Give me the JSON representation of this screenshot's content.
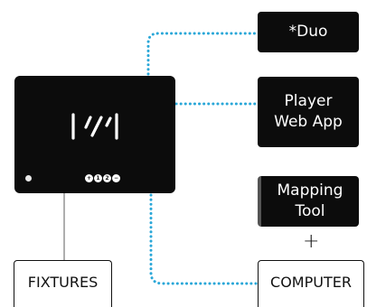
{
  "device": {
    "led_color": "#e8e8e8",
    "button_glyphs": [
      "+",
      "1",
      "2",
      "−"
    ]
  },
  "nodes": {
    "duo": "*Duo",
    "player": "Player\nWeb App",
    "mapping": "Mapping\nTool",
    "plus": "+",
    "fixtures": "FIXTURES",
    "computer": "COMPUTER"
  },
  "colors": {
    "box_dark": "#0c0c0c",
    "link_dotted": "#2aa7d8",
    "link_solid": "#777777"
  }
}
